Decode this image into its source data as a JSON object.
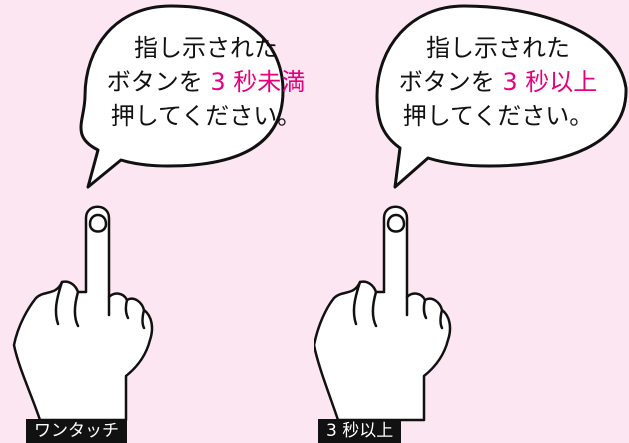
{
  "colors": {
    "background": "#fce6f1",
    "accent": "#e6007e",
    "tag_bg": "#111111"
  },
  "panels": [
    {
      "bubble": {
        "line1": "指し示された",
        "line2_prefix": "ボタンを",
        "line2_accent": "3 秒未満",
        "line3": "押してください。"
      },
      "tag": "ワンタッチ",
      "icon": "pointing-hand"
    },
    {
      "bubble": {
        "line1": "指し示された",
        "line2_prefix": "ボタンを",
        "line2_accent": "3 秒以上",
        "line3": "押してください。"
      },
      "tag": "3 秒以上",
      "icon": "pointing-hand"
    }
  ]
}
